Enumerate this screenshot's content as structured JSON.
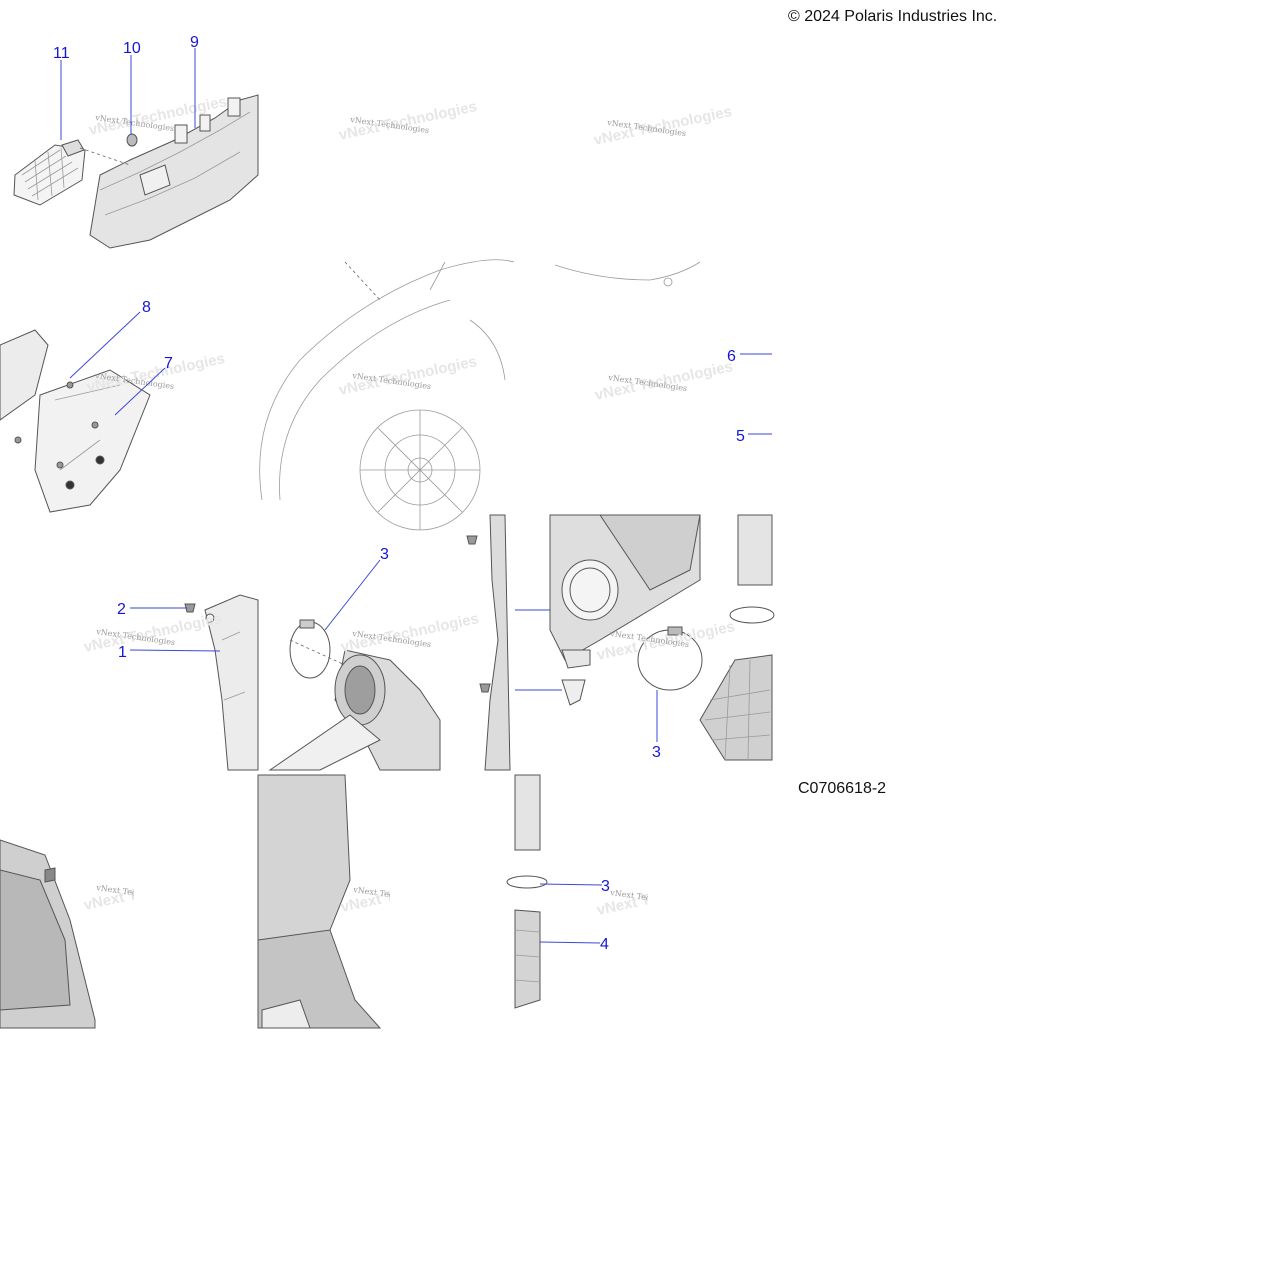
{
  "copyright": "© 2024 Polaris Industries Inc.",
  "diagram_code": "C0706618-2",
  "watermark": "vNext Technologies",
  "callouts": [
    {
      "id": "c11",
      "label": "11"
    },
    {
      "id": "c10",
      "label": "10"
    },
    {
      "id": "c9",
      "label": "9"
    },
    {
      "id": "c8",
      "label": "8"
    },
    {
      "id": "c7",
      "label": "7"
    },
    {
      "id": "c6",
      "label": "6"
    },
    {
      "id": "c5",
      "label": "5"
    },
    {
      "id": "c3a",
      "label": "3"
    },
    {
      "id": "c2",
      "label": "2"
    },
    {
      "id": "c1",
      "label": "1"
    },
    {
      "id": "c3b",
      "label": "3"
    },
    {
      "id": "c3c",
      "label": "3"
    },
    {
      "id": "c4",
      "label": "4"
    }
  ]
}
